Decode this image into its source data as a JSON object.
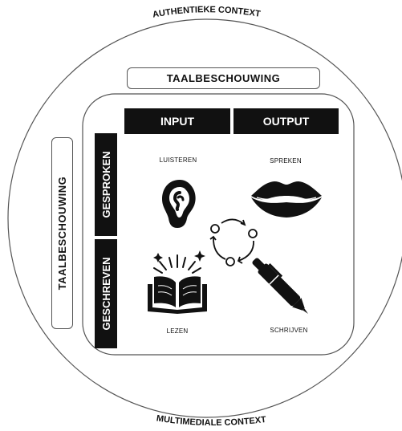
{
  "outer_top_label": "AUTHENTIEKE CONTEXT",
  "outer_bottom_label": "MULTIMEDIALE CONTEXT",
  "top_box_label": "TAALBESCHOUWING",
  "left_box_label": "TAALBESCHOUWING",
  "columns": {
    "input": "INPUT",
    "output": "OUTPUT"
  },
  "rows": {
    "spoken": "GESPROKEN",
    "written": "GESCHREVEN"
  },
  "skills": {
    "listening": "LUISTEREN",
    "speaking": "SPREKEN",
    "reading": "LEZEN",
    "writing": "SCHRIJVEN"
  },
  "icons": [
    "ear-icon",
    "lips-icon",
    "cycle-arrows-icon",
    "open-book-icon",
    "pen-icon"
  ],
  "colors": {
    "dark": "#111111",
    "line": "#555555",
    "background": "#ffffff"
  }
}
